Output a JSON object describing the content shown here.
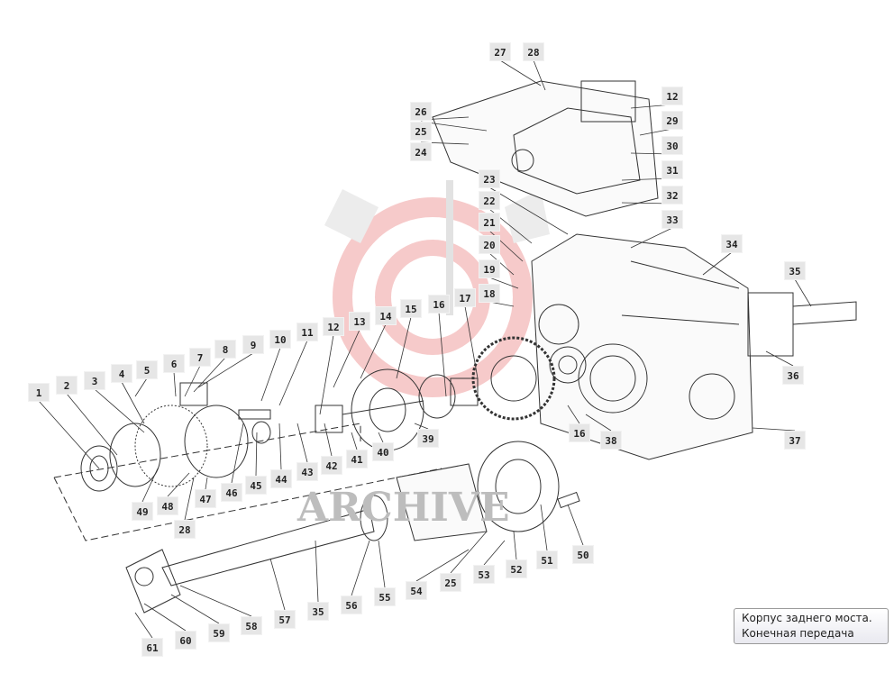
{
  "diagram": {
    "watermark": "ARCHIVE",
    "labels": [
      "27",
      "28",
      "12",
      "26",
      "25",
      "24",
      "29",
      "30",
      "31",
      "32",
      "33",
      "23",
      "22",
      "21",
      "20",
      "19",
      "18",
      "17",
      "16",
      "15",
      "14",
      "13",
      "12",
      "11",
      "10",
      "9",
      "8",
      "7",
      "6",
      "5",
      "4",
      "3",
      "2",
      "1",
      "34",
      "35",
      "36",
      "37",
      "38",
      "16",
      "39",
      "40",
      "41",
      "42",
      "43",
      "44",
      "45",
      "46",
      "47",
      "48",
      "49",
      "28",
      "50",
      "51",
      "52",
      "53",
      "25",
      "54",
      "55",
      "56",
      "35",
      "57",
      "58",
      "59",
      "60",
      "61"
    ]
  },
  "tooltip": {
    "text": "Корпус заднего моста. Конечная передача"
  },
  "colors": {
    "label_bg": "#e6e6e6",
    "line": "#333333",
    "watermark_red": "#f3b3b3",
    "watermark_gray": "#d8d8d8"
  }
}
